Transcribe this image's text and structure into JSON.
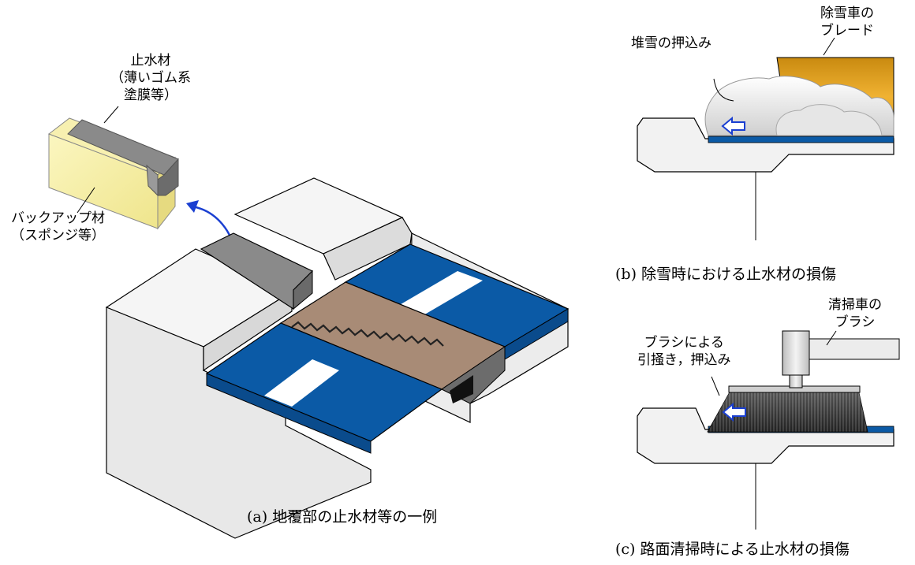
{
  "panel_a": {
    "caption": "(a) 地覆部の止水材等の一例",
    "label_sealant": [
      "止水材",
      "（薄いゴム系",
      "塗膜等）"
    ],
    "label_backup": [
      "バックアップ材",
      "（スポンジ等）"
    ]
  },
  "panel_b": {
    "caption": "(b) 除雪時における止水材の損傷",
    "label_blade": [
      "除雪車の",
      "ブレード"
    ],
    "label_snow": "堆雪の押込み"
  },
  "panel_c": {
    "caption": "(c) 路面清掃時による止水材の損傷",
    "label_brush": [
      "清掃車の",
      "ブラシ"
    ],
    "label_scrape": [
      "ブラシによる",
      "引掻き，押込み"
    ]
  },
  "colors": {
    "pavement": "#0b5aa6",
    "curb": "#f0f0f0",
    "sealant": "#8c8c8c",
    "backup": "#f5efa0",
    "joint": "#a88b76",
    "blade": "#d99414",
    "arrow": "#1a3fd1"
  }
}
